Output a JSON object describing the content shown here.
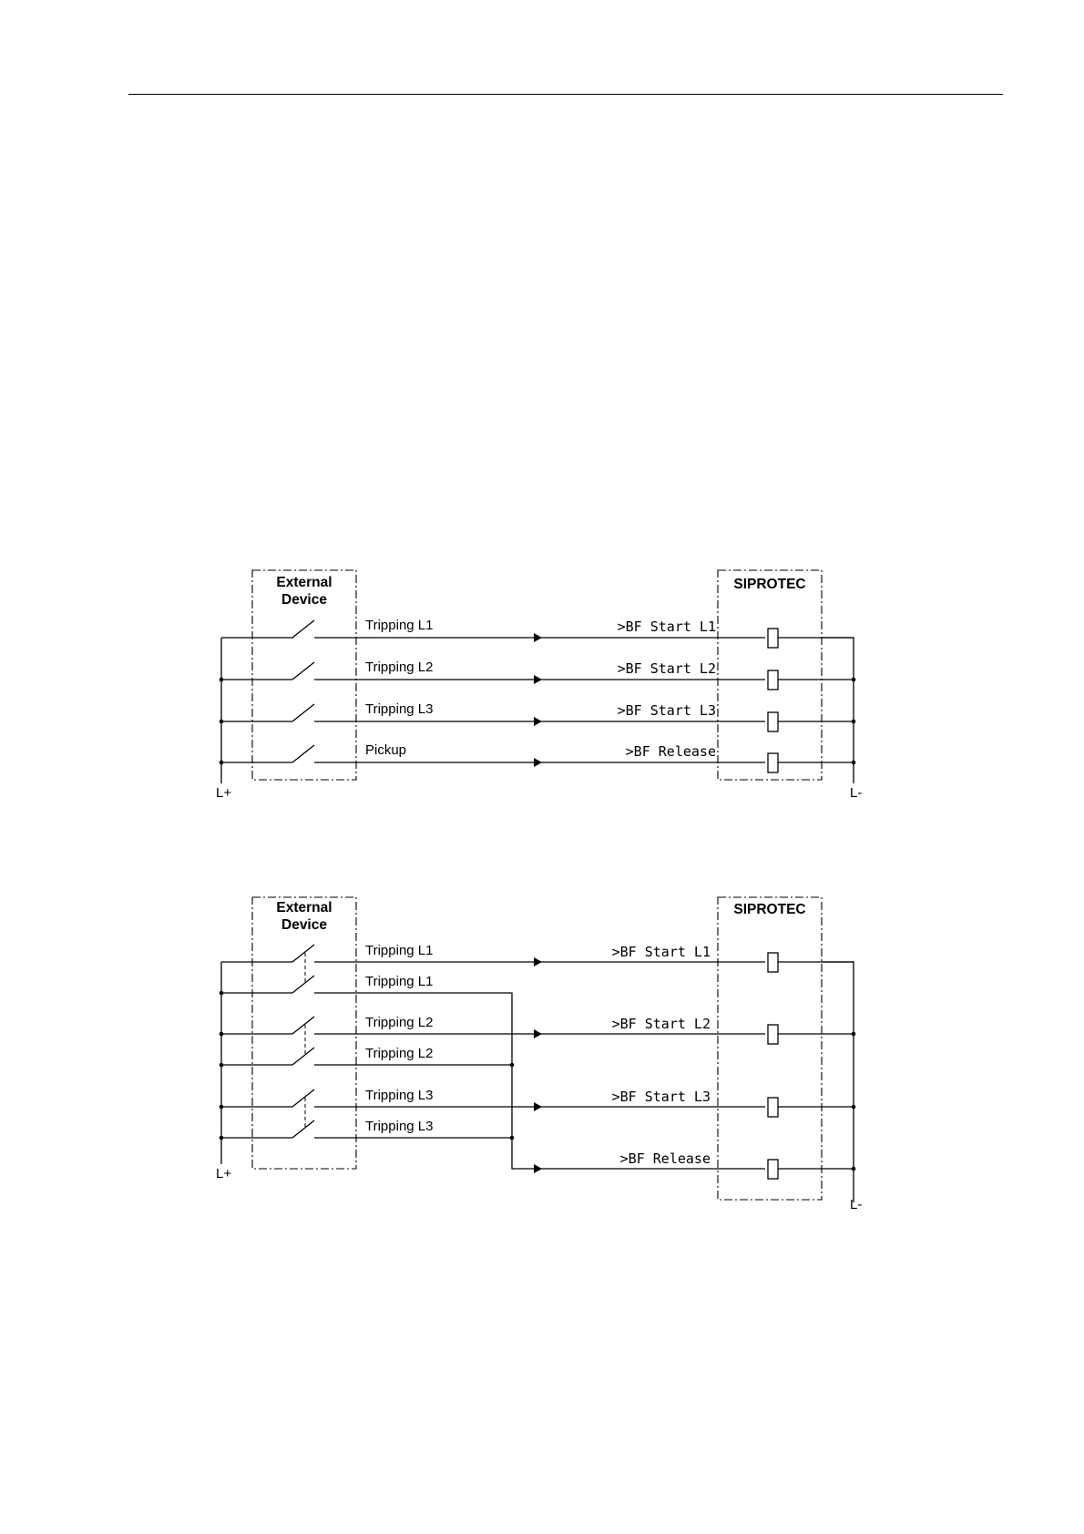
{
  "diagram1": {
    "external_title_line1": "External",
    "external_title_line2": "Device",
    "siprotec_title": "SIPROTEC",
    "rows": [
      {
        "signal": "Tripping L1",
        "input": ">BF Start L1"
      },
      {
        "signal": "Tripping L2",
        "input": ">BF Start L2"
      },
      {
        "signal": "Tripping L3",
        "input": ">BF Start L3"
      },
      {
        "signal": "Pickup",
        "input": ">BF Release"
      }
    ],
    "lplus": "L+",
    "lminus": "L-"
  },
  "diagram2": {
    "external_title_line1": "External",
    "external_title_line2": "Device",
    "siprotec_title": "SIPROTEC",
    "signals": [
      "Tripping L1",
      "Tripping L1",
      "Tripping L2",
      "Tripping L2",
      "Tripping L3",
      "Tripping L3"
    ],
    "inputs": [
      ">BF Start L1",
      ">BF Start L2",
      ">BF Start L3",
      ">BF Release"
    ],
    "lplus": "L+",
    "lminus": "L-"
  }
}
